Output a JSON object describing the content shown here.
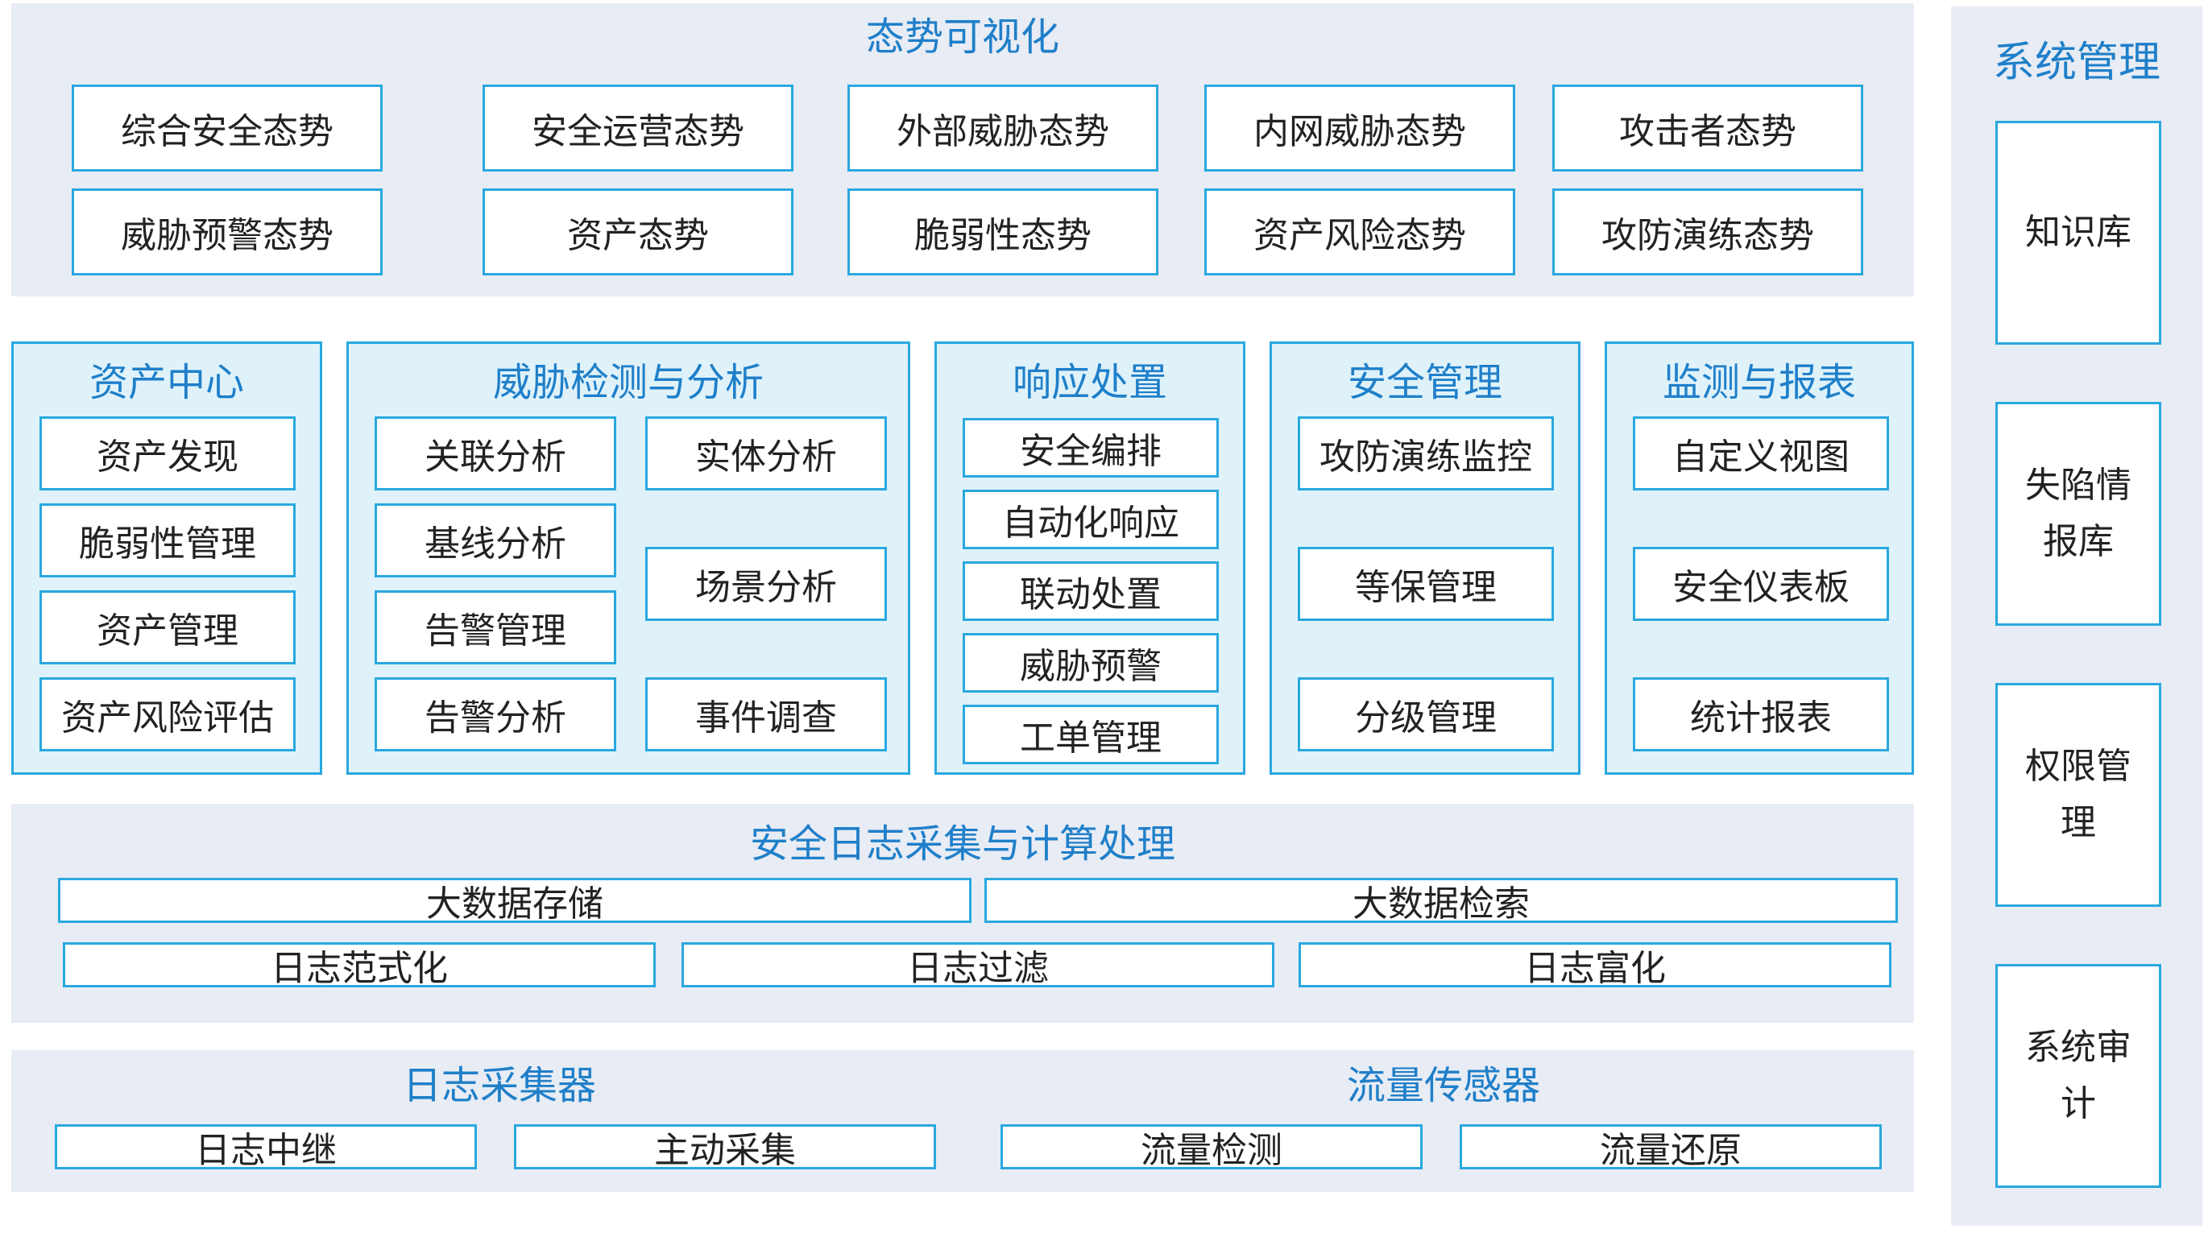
{
  "situation": {
    "title": "态势可视化",
    "row1": [
      "综合安全态势",
      "安全运营态势",
      "外部威胁态势",
      "内网威胁态势",
      "攻击者态势"
    ],
    "row2": [
      "威胁预警态势",
      "资产态势",
      "脆弱性态势",
      "资产风险态势",
      "攻防演练态势"
    ]
  },
  "asset_center": {
    "title": "资产中心",
    "items": [
      "资产发现",
      "脆弱性管理",
      "资产管理",
      "资产风险评估"
    ]
  },
  "threat": {
    "title": "威胁检测与分析",
    "left": [
      "关联分析",
      "基线分析",
      "告警管理",
      "告警分析"
    ],
    "right": [
      "实体分析",
      "场景分析",
      "事件调查"
    ]
  },
  "response": {
    "title": "响应处置",
    "items": [
      "安全编排",
      "自动化响应",
      "联动处置",
      "威胁预警",
      "工单管理"
    ]
  },
  "security_mgmt": {
    "title": "安全管理",
    "items": [
      "攻防演练监控",
      "等保管理",
      "分级管理"
    ]
  },
  "monitor": {
    "title": "监测与报表",
    "items": [
      "自定义视图",
      "安全仪表板",
      "统计报表"
    ]
  },
  "log_processing": {
    "title": "安全日志采集与计算处理",
    "row1": [
      "大数据存储",
      "大数据检索"
    ],
    "row2": [
      "日志范式化",
      "日志过滤",
      "日志富化"
    ]
  },
  "collector": {
    "title": "日志采集器",
    "items": [
      "日志中继",
      "主动采集"
    ]
  },
  "sensor": {
    "title": "流量传感器",
    "items": [
      "流量检测",
      "流量还原"
    ]
  },
  "system_mgmt": {
    "title": "系统管理",
    "items": [
      "知识库",
      "失陷情报库",
      "权限管理",
      "系统审计"
    ]
  }
}
